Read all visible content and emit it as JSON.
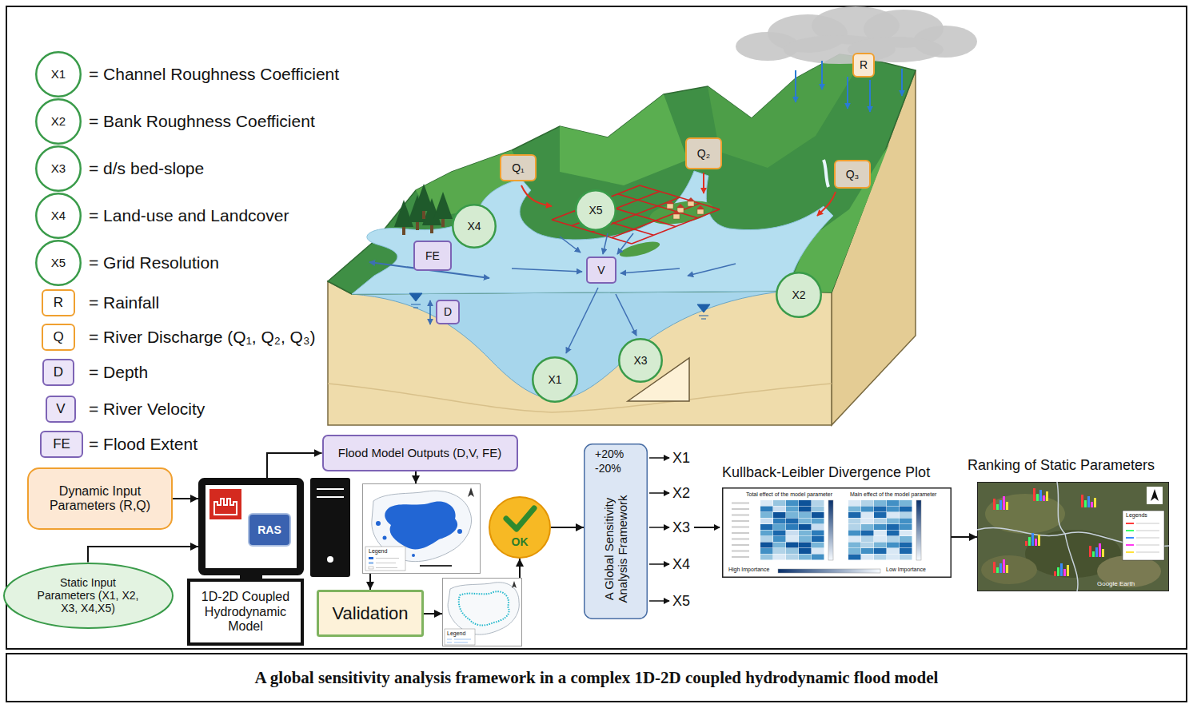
{
  "diagram": {
    "caption": "A global sensitivity analysis framework in a complex 1D-2D coupled hydrodynamic flood model",
    "nodes": [
      {
        "text": [
          "X1"
        ]
      },
      {
        "text": [
          "X2"
        ]
      },
      {
        "text": [
          "X3"
        ]
      },
      {
        "text": [
          "X4"
        ]
      },
      {
        "text": [
          "X5"
        ]
      },
      {
        "text": [
          "R"
        ]
      },
      {
        "text": [
          "Q"
        ]
      },
      {
        "text": [
          "D"
        ]
      },
      {
        "text": [
          "V"
        ]
      },
      {
        "text": [
          "FE"
        ]
      },
      {
        "text": [
          "R"
        ]
      },
      {
        "text": [
          "Q₁"
        ]
      },
      {
        "text": [
          "Q₂"
        ]
      },
      {
        "text": [
          "Q₃"
        ]
      },
      {
        "text": [
          "X5"
        ]
      },
      {
        "text": [
          "X4"
        ]
      },
      {
        "text": [
          "FE"
        ]
      },
      {
        "text": [
          "V"
        ]
      },
      {
        "text": [
          "X2"
        ]
      },
      {
        "text": [
          "D"
        ]
      },
      {
        "text": [
          "X3"
        ]
      },
      {
        "text": [
          "X1"
        ]
      },
      {
        "text": [
          "Flood Model Outputs (D,V, FE)"
        ]
      },
      {
        "text": [
          "Dynamic Input Parameters (R,Q)"
        ]
      },
      {
        "text": [
          "RAS"
        ]
      },
      {
        "text": [
          "Legend"
        ]
      },
      {
        "text": [
          "OK"
        ]
      },
      {
        "text": [
          "+20%",
          "-20%",
          "A Global Sensitivity Analysis Framework"
        ]
      },
      {
        "text": [
          "Kullback-Leibler Divergence Plot",
          "Total effect of the model parameter",
          "Main effect of the model parameter",
          "High Importance",
          "Low Importance"
        ]
      },
      {
        "text": [
          "Ranking of Static Parameters",
          "Legends",
          "Google Earth"
        ]
      },
      {
        "text": [
          "Static Input Parameters (X1, X2, X3, X4,X5)"
        ]
      },
      {
        "text": [
          "1D-2D Coupled Hydrodynamic Model"
        ]
      },
      {
        "text": [
          "Validation"
        ]
      },
      {
        "text": [
          "Legend"
        ]
      }
    ],
    "edges": [
      {
        "from": 23,
        "to": 24,
        "arrow": "to"
      },
      {
        "from": 30,
        "to": 24,
        "arrow": "to"
      },
      {
        "from": 24,
        "to": 22,
        "arrow": "to"
      },
      {
        "from": 22,
        "to": 25,
        "arrow": "to"
      },
      {
        "from": 25,
        "to": 32,
        "arrow": "to"
      },
      {
        "from": 32,
        "to": 33,
        "arrow": "to"
      },
      {
        "from": 33,
        "to": 26,
        "arrow": "to"
      },
      {
        "from": 26,
        "to": 27,
        "arrow": "to"
      },
      {
        "from": 28,
        "to": 29,
        "arrow": "to"
      }
    ],
    "labels": [
      "X1",
      "X2",
      "X3",
      "X4",
      "X5"
    ],
    "legend": [
      {
        "text": "= Channel Roughness Coefficient"
      },
      {
        "text": "= Bank Roughness Coefficient"
      },
      {
        "text": "= d/s bed-slope"
      },
      {
        "text": "= Land-use and Landcover"
      },
      {
        "text": "= Grid Resolution"
      },
      {
        "text": "= Rainfall"
      },
      {
        "text": "= River Discharge (Q₁, Q₂, Q₃)"
      },
      {
        "text": "= Depth"
      },
      {
        "text": "= River Velocity"
      },
      {
        "text": "= Flood Extent"
      }
    ]
  }
}
